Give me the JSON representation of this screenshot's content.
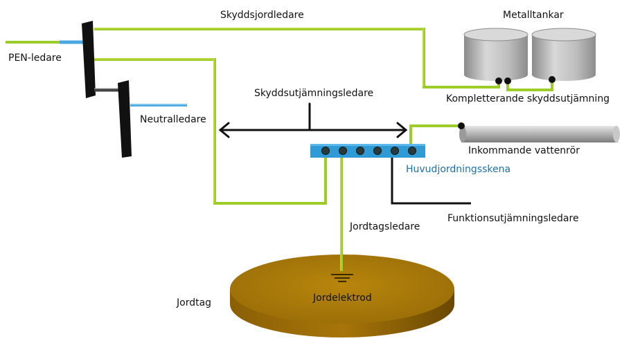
{
  "labels": {
    "pen": "PEN-ledare",
    "protective_earth": "Skyddsjordledare",
    "metal_tanks": "Metalltankar",
    "supplementary_bonding": "Kompletterande skyddsutjämning",
    "neutral": "Neutralledare",
    "bonding_conductor": "Skyddsutjämningsledare",
    "water_pipe": "Inkommande vattenrör",
    "main_earthing_bar": "Huvudjordningsskena",
    "functional_bonding": "Funktionsutjämningsledare",
    "earthing_conductor": "Jordtagsledare",
    "earth_electrode_system": "Jordtag",
    "earth_electrode": "Jordelektrod"
  },
  "colors": {
    "green_yellow": "#9ccc2a",
    "green_yellow_edge": "#c8d84a",
    "busbar_blue": "#2f9ad6",
    "neutral_blue": "#4aa8e0",
    "ground_disk": "#a87a10",
    "ground_disk_side": "#7a5506",
    "tank_gray": "#b8b8b8",
    "label_blue": "#1f6fa8"
  },
  "icons": {
    "earth_symbol": "ground-symbol-icon",
    "double_arrow": "double-arrow-icon"
  }
}
